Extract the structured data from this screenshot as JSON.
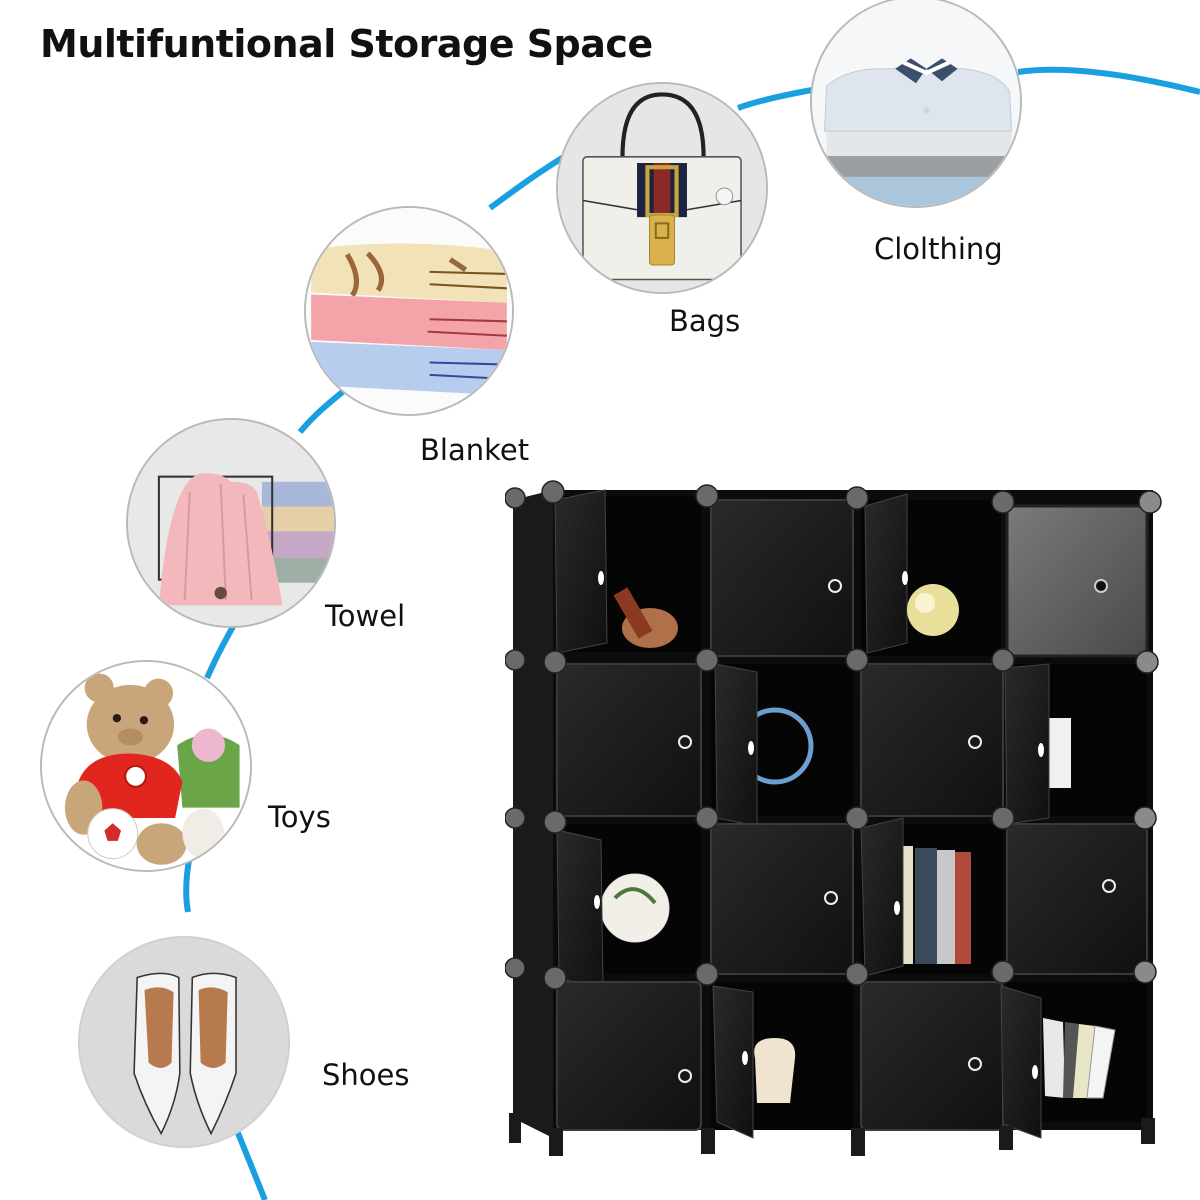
{
  "header": {
    "title": "Multifuntional Storage Space"
  },
  "theme": {
    "accent_line": "#1aa0e0",
    "cabinet_color": "#141414",
    "door_gray": "#5a5a5a",
    "bubble_border": "#b9b9b9"
  },
  "categories": [
    {
      "id": "clothing",
      "label": "Clolthing",
      "icon": "folded-shirts-icon"
    },
    {
      "id": "bags",
      "label": "Bags",
      "icon": "handbag-icon"
    },
    {
      "id": "blanket",
      "label": "Blanket",
      "icon": "folded-blankets-icon"
    },
    {
      "id": "towel",
      "label": "Towel",
      "icon": "towel-icon"
    },
    {
      "id": "toys",
      "label": "Toys",
      "icon": "teddy-bear-icon"
    },
    {
      "id": "shoes",
      "label": "Shoes",
      "icon": "high-heels-icon"
    }
  ],
  "product": {
    "name": "cube-storage-cabinet",
    "grid": {
      "rows": 4,
      "cols": 4
    }
  }
}
